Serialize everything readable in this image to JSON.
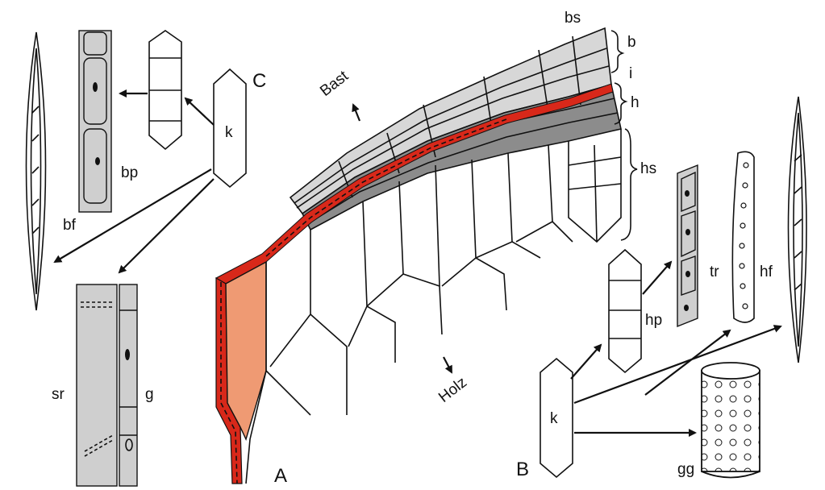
{
  "labels": {
    "bs": "bs",
    "b": "b",
    "i": "i",
    "h": "h",
    "hs": "hs",
    "bast": "Bast",
    "holz": "Holz",
    "C": "C",
    "A": "A",
    "B": "B",
    "k_c": "k",
    "k_b": "k",
    "bp": "bp",
    "bf": "bf",
    "sr": "sr",
    "g": "g",
    "hp": "hp",
    "tr": "tr",
    "hf": "hf",
    "gg": "gg"
  },
  "colors": {
    "cambium_red": "#d8281a",
    "light_tissue": "#d7d7d7",
    "dark_tissue": "#8c8c8c",
    "orange_fill": "#ef9a73",
    "line": "#111111"
  }
}
